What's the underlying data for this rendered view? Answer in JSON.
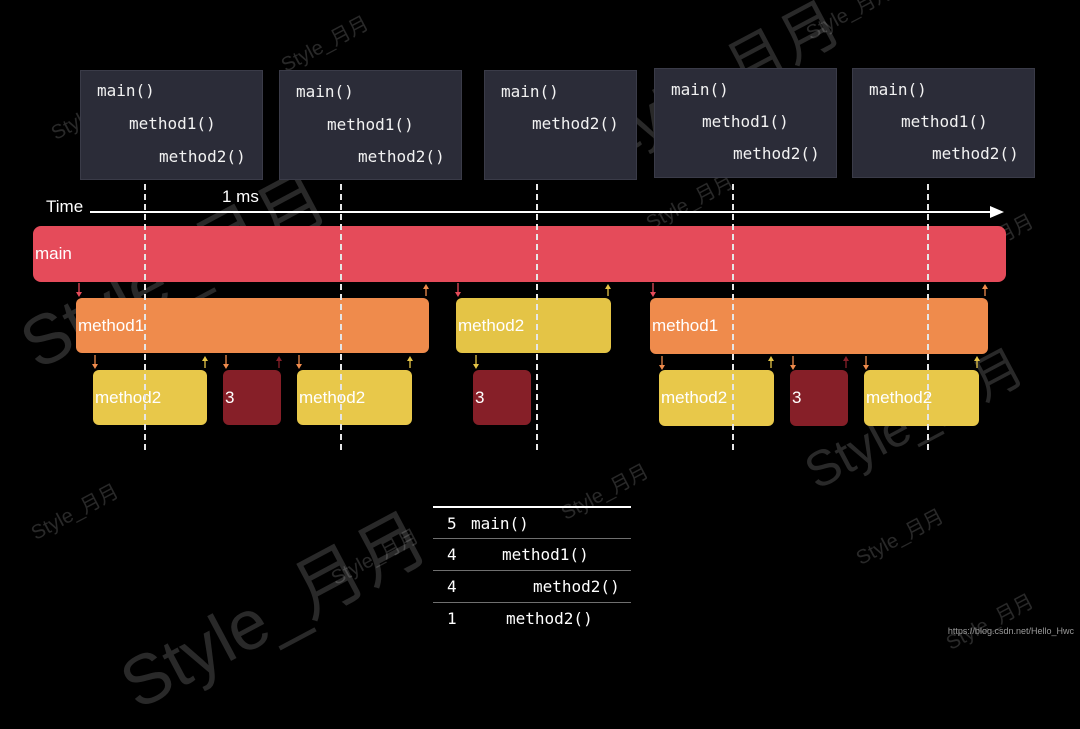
{
  "timeline": {
    "time_label": "Time",
    "interval_label": "1 ms"
  },
  "stack_samples": [
    {
      "lines": [
        "main()",
        "method1()",
        "method2()"
      ]
    },
    {
      "lines": [
        "main()",
        "method1()",
        "method2()"
      ]
    },
    {
      "lines": [
        "main()",
        "method2()"
      ]
    },
    {
      "lines": [
        "main()",
        "method1()",
        "method2()"
      ]
    },
    {
      "lines": [
        "main()",
        "method1()",
        "method2()"
      ]
    }
  ],
  "bars": {
    "main": "main",
    "method1_a": "method1",
    "method2_top": "method2",
    "method1_b": "method1",
    "method2_a": "method2",
    "three_a": "3",
    "method2_b": "method2",
    "three_b": "3",
    "method2_c": "method2",
    "three_c": "3",
    "method2_d": "method2"
  },
  "summary": [
    {
      "count": "5",
      "name": "main()"
    },
    {
      "count": "4",
      "name": "method1()"
    },
    {
      "count": "4",
      "name": "method2()"
    },
    {
      "count": "1",
      "name": "method2()"
    }
  ],
  "watermark": "Style_月月",
  "credit": "https://blog.csdn.net/Hello_Hwc",
  "colors": {
    "main": "#e54b5a",
    "method1": "#ef8b4c",
    "method2": "#e4c446",
    "three": "#861f28",
    "stack_box": "#2b2c38"
  }
}
